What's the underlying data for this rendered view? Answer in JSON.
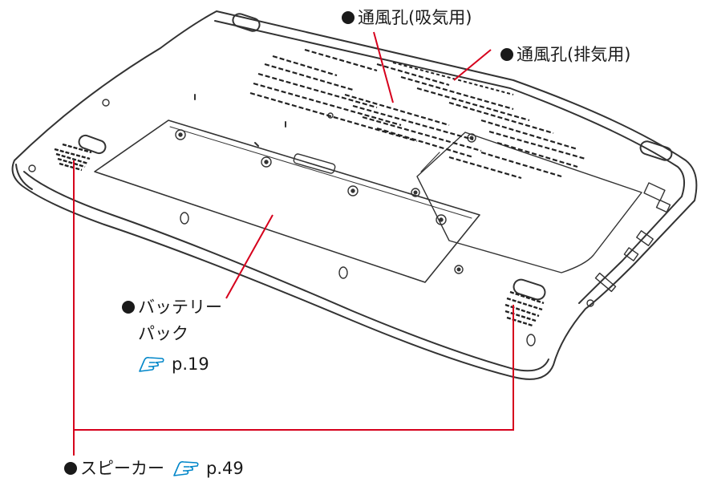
{
  "labels": {
    "vent_intake": "通風孔(吸気用)",
    "vent_exhaust": "通風孔(排気用)",
    "battery_line1": "バッテリー",
    "battery_line2": "パック",
    "battery_ref": "p.19",
    "speaker": "スピーカー",
    "speaker_ref": "p.49"
  },
  "colors": {
    "leader_line": "#d6001c",
    "outline": "#333333",
    "reference_icon": "#0086c9"
  },
  "icons": {
    "reference": "pointing-hand-reference-icon",
    "bullet": "filled-circle-bullet"
  }
}
